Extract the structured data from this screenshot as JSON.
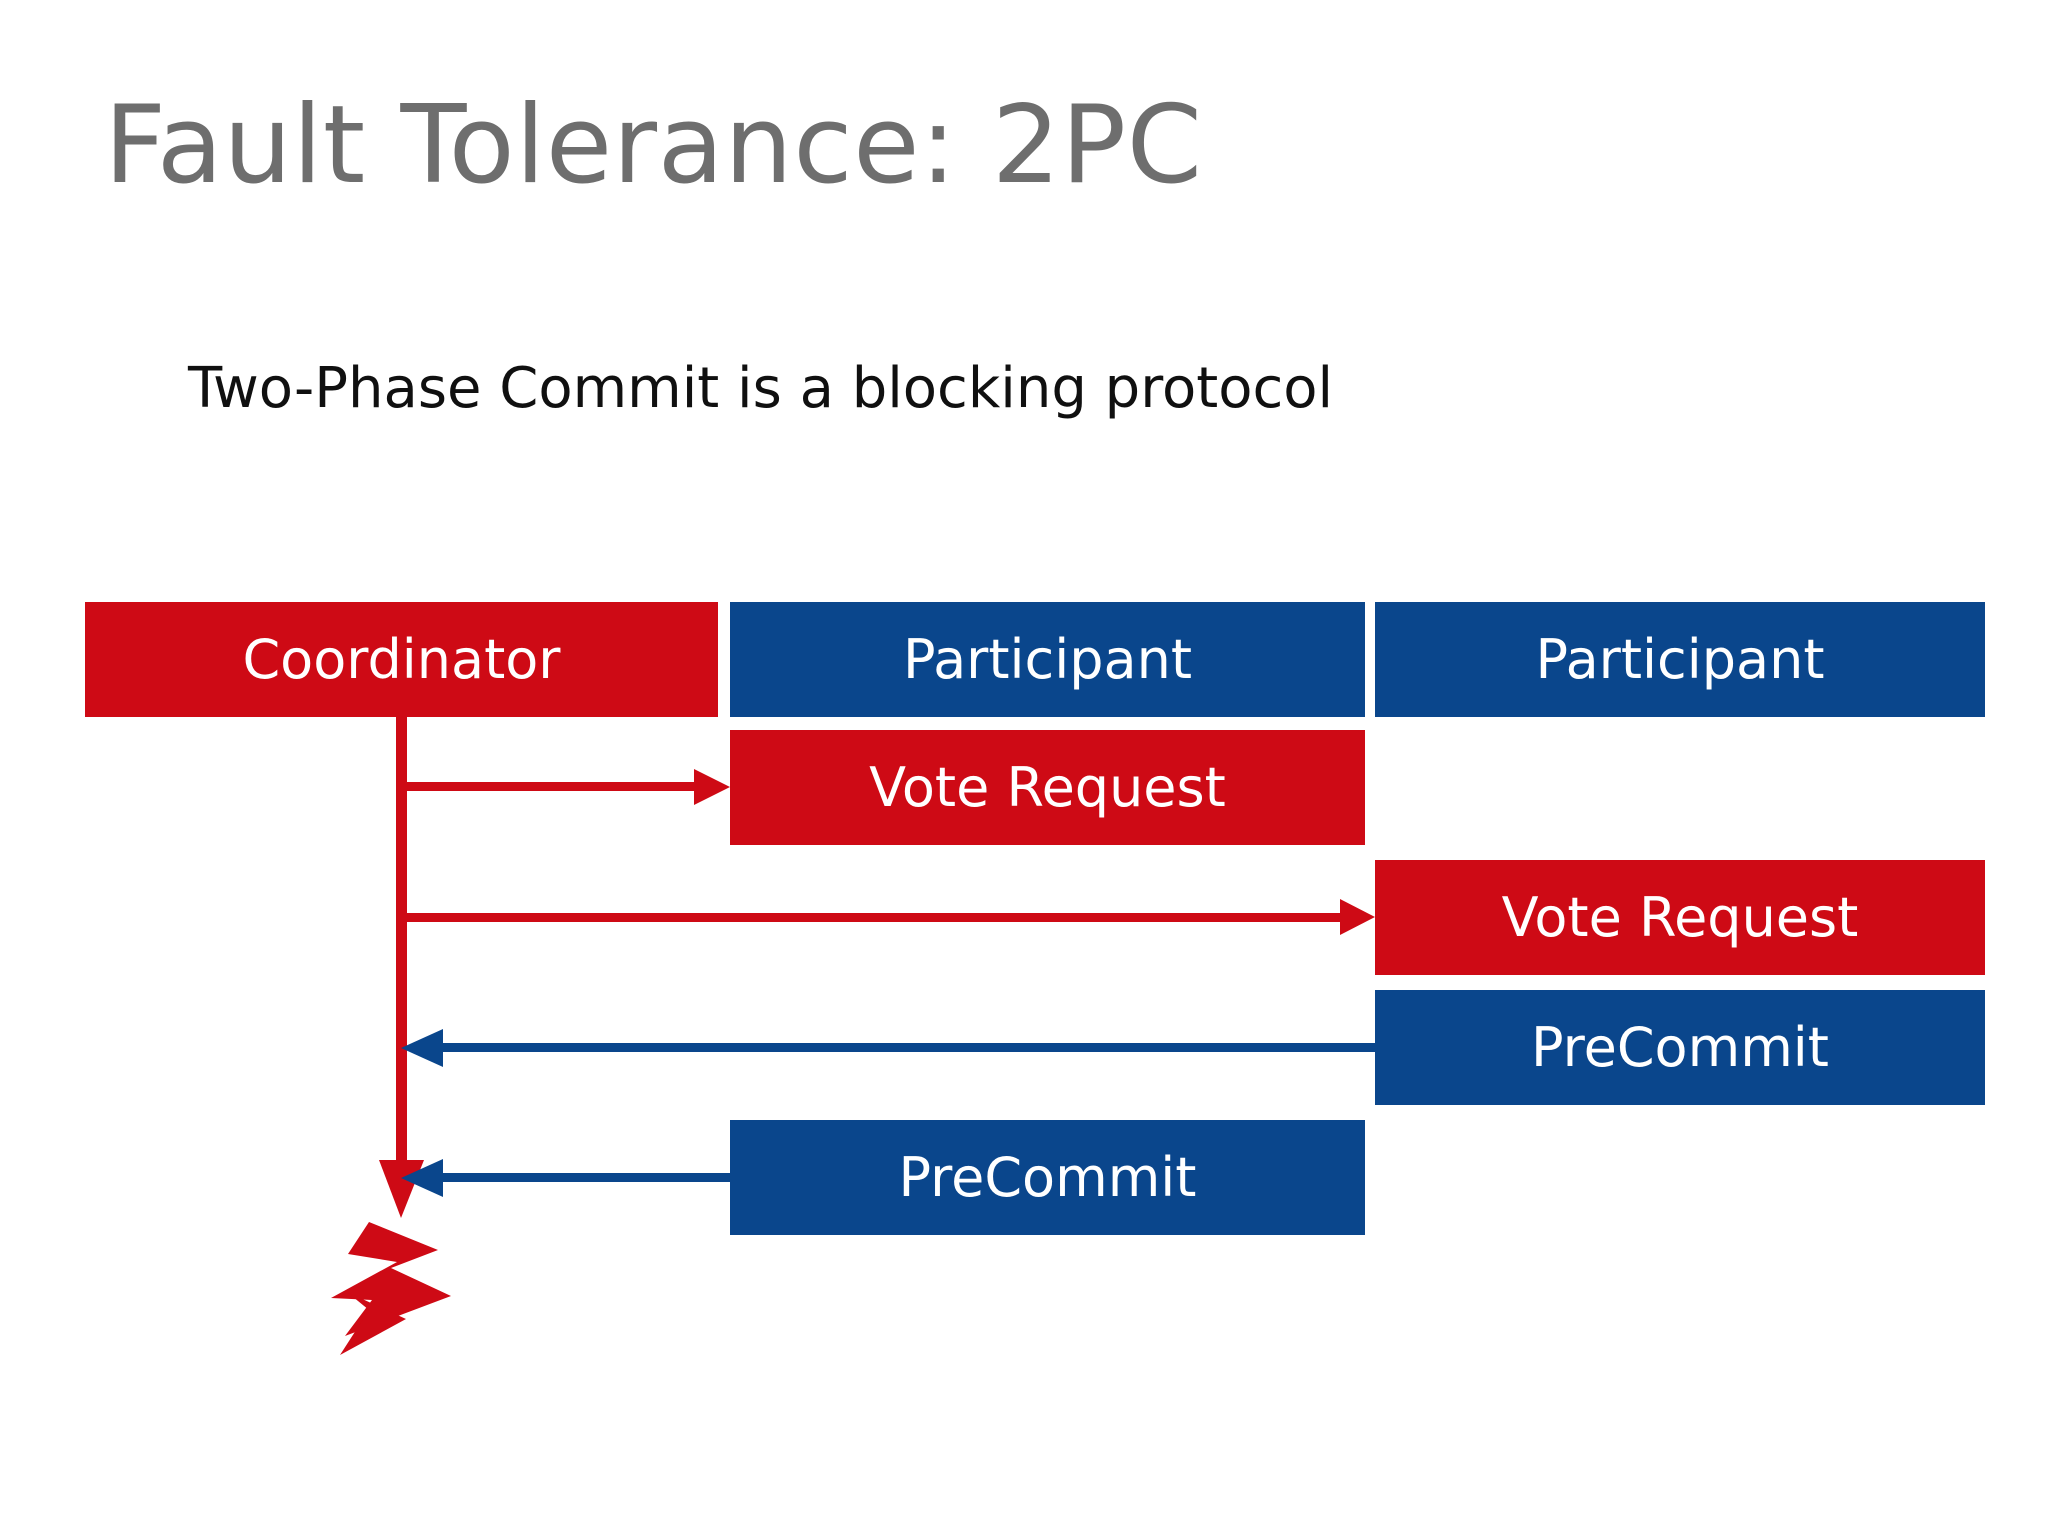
{
  "slide": {
    "title": "Fault Tolerance: 2PC",
    "subtitle": "Two-Phase Commit is a blocking protocol",
    "title_color": "#6e6e6e",
    "subtitle_color": "#101010",
    "background": "#ffffff"
  },
  "palette": {
    "red": "#ce0a15",
    "blue": "#0a468c",
    "white": "#ffffff"
  },
  "diagram": {
    "type": "sequence-diagram",
    "columns": [
      {
        "id": "coordinator",
        "label": "Coordinator",
        "color": "#ce0a15"
      },
      {
        "id": "participant-1",
        "label": "Participant",
        "color": "#0a468c"
      },
      {
        "id": "participant-2",
        "label": "Participant",
        "color": "#0a468c"
      }
    ],
    "messages": [
      {
        "id": "vote-request-1",
        "label": "Vote Request",
        "color": "#ce0a15",
        "from": "coordinator",
        "to": "participant-1",
        "direction": "right",
        "row": 1
      },
      {
        "id": "vote-request-2",
        "label": "Vote Request",
        "color": "#ce0a15",
        "from": "coordinator",
        "to": "participant-2",
        "direction": "right",
        "row": 2
      },
      {
        "id": "precommit-1",
        "label": "PreCommit",
        "color": "#0a468c",
        "from": "participant-2",
        "to": "coordinator",
        "direction": "left",
        "row": 3
      },
      {
        "id": "precommit-2",
        "label": "PreCommit",
        "color": "#0a468c",
        "from": "participant-1",
        "to": "coordinator",
        "direction": "left",
        "row": 4
      }
    ],
    "annotations": [
      {
        "id": "coordinator-crash",
        "icon": "lightning-bolt-icon",
        "meaning": "coordinator crash",
        "color": "#ce0a15"
      }
    ]
  }
}
